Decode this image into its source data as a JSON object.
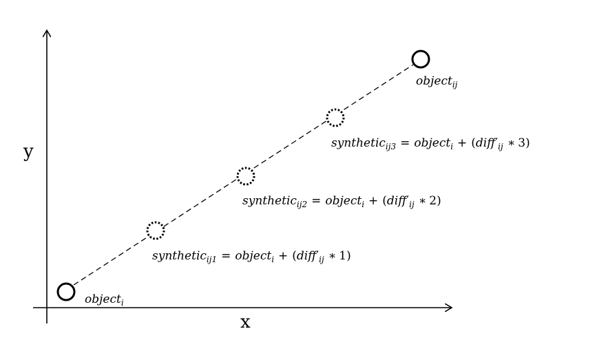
{
  "axes": {
    "x_label": "x",
    "y_label": "y"
  },
  "endpoints": {
    "start": {
      "base": "object",
      "sub": "i"
    },
    "end": {
      "base": "object",
      "sub": "ij"
    }
  },
  "synthetic_points": [
    {
      "lhs_base": "synthetic",
      "lhs_sub": "ij1",
      "eq": "=",
      "obj_base": "object",
      "obj_sub": "i",
      "plus": "+",
      "open_paren": "(",
      "diff_base": "diff",
      "prime": "′",
      "diff_sub": "ij",
      "times": "∗",
      "factor": "1",
      "close_paren": ")"
    },
    {
      "lhs_base": "synthetic",
      "lhs_sub": "ij2",
      "eq": "=",
      "obj_base": "object",
      "obj_sub": "i",
      "plus": "+",
      "open_paren": "(",
      "diff_base": "diff",
      "prime": "′",
      "diff_sub": "ij",
      "times": "∗",
      "factor": "2",
      "close_paren": ")"
    },
    {
      "lhs_base": "synthetic",
      "lhs_sub": "ij3",
      "eq": "=",
      "obj_base": "object",
      "obj_sub": "i",
      "plus": "+",
      "open_paren": "(",
      "diff_base": "diff",
      "prime": "′",
      "diff_sub": "ij",
      "times": "∗",
      "factor": "3",
      "close_paren": ")"
    }
  ]
}
